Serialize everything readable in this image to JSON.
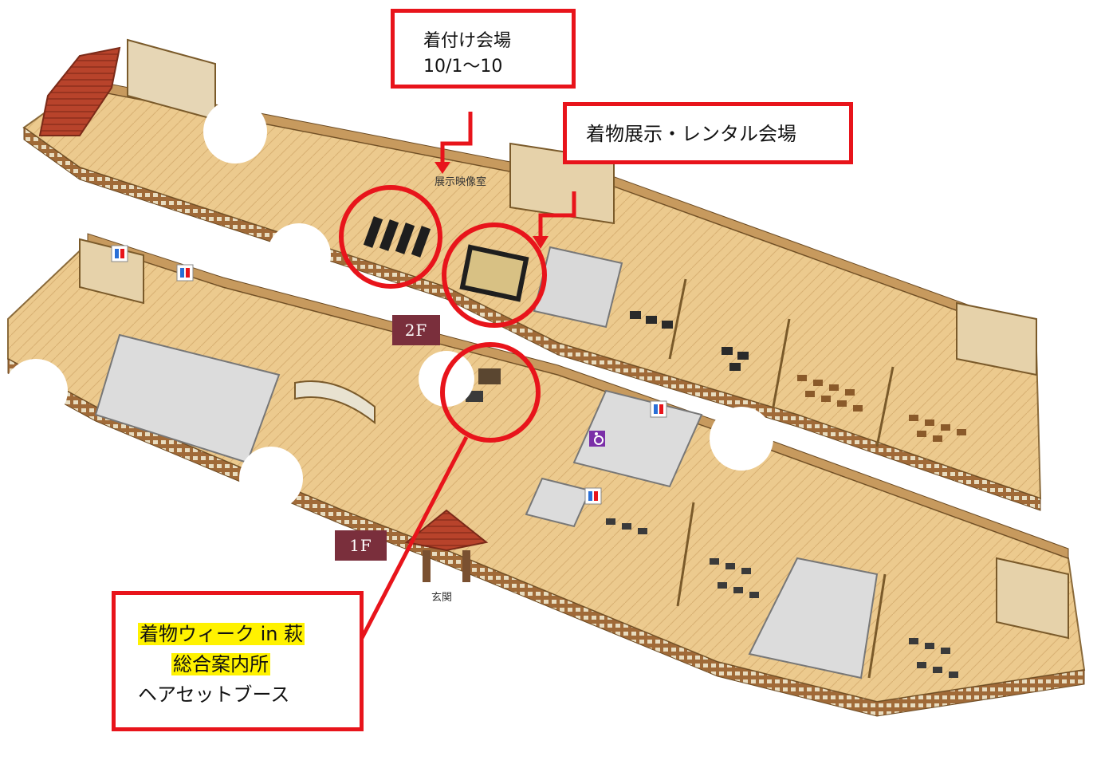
{
  "floors": {
    "second": {
      "tag": "2F",
      "room_label": "展示映像室"
    },
    "first": {
      "tag": "1F",
      "entrance_label": "玄関"
    }
  },
  "callouts": {
    "dressing": {
      "title": "着付け会場",
      "dates": "10/1〜10"
    },
    "kimono_exhibit": {
      "title": "着物展示・レンタル会場"
    },
    "info": {
      "line1": "着物ウィーク in 萩",
      "line2": "総合案内所",
      "line3": "ヘアセットブース"
    }
  },
  "icons": {
    "restroom": "restroom-icon",
    "accessible": "wheelchair-icon"
  },
  "colors": {
    "annotation_red": "#e8141b",
    "highlight_yellow": "#fff200",
    "floor_tag": "#7a2f3c",
    "wood_floor": "#e9c98f",
    "wall": "#c9a36b",
    "roof": "#b8432b",
    "accessible_purple": "#7b2fa8",
    "restroom_blue": "#2a6fd6"
  }
}
